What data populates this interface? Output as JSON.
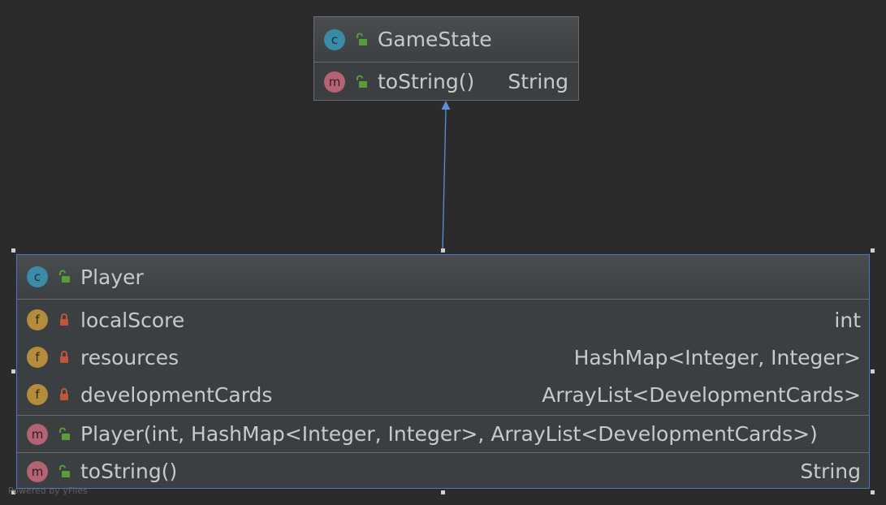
{
  "colors": {
    "background": "#2b2b2b",
    "node_fill": "#3c3f41",
    "selection_border": "#4a78c4",
    "edge": "#5a8fd8",
    "class_badge": "#3a8ba8",
    "method_badge": "#b36373",
    "field_badge": "#b58c3c",
    "public_icon": "#5a9c3c",
    "private_icon": "#c0563a"
  },
  "nodes": {
    "gamestate": {
      "badge": "c",
      "name": "GameState",
      "visibility_icon": "public-lock-icon",
      "methods": [
        {
          "badge": "m",
          "name": "toString()",
          "type": "String",
          "visibility_icon": "public-lock-icon"
        }
      ]
    },
    "player": {
      "badge": "c",
      "name": "Player",
      "visibility_icon": "public-lock-icon",
      "fields": [
        {
          "badge": "f",
          "name": "localScore",
          "type": "int",
          "visibility_icon": "private-lock-icon"
        },
        {
          "badge": "f",
          "name": "resources",
          "type": "HashMap<Integer, Integer>",
          "visibility_icon": "private-lock-icon"
        },
        {
          "badge": "f",
          "name": "developmentCards",
          "type": "ArrayList<DevelopmentCards>",
          "visibility_icon": "private-lock-icon"
        }
      ],
      "constructors": [
        {
          "badge": "m",
          "name": "Player(int, HashMap<Integer, Integer>, ArrayList<DevelopmentCards>)",
          "type": "",
          "visibility_icon": "public-lock-icon"
        }
      ],
      "methods": [
        {
          "badge": "m",
          "name": "toString()",
          "type": "String",
          "visibility_icon": "public-lock-icon"
        }
      ]
    }
  },
  "edges": [
    {
      "from": "Player",
      "to": "GameState",
      "kind": "generalization"
    }
  ],
  "watermark": "Powered by yFiles"
}
